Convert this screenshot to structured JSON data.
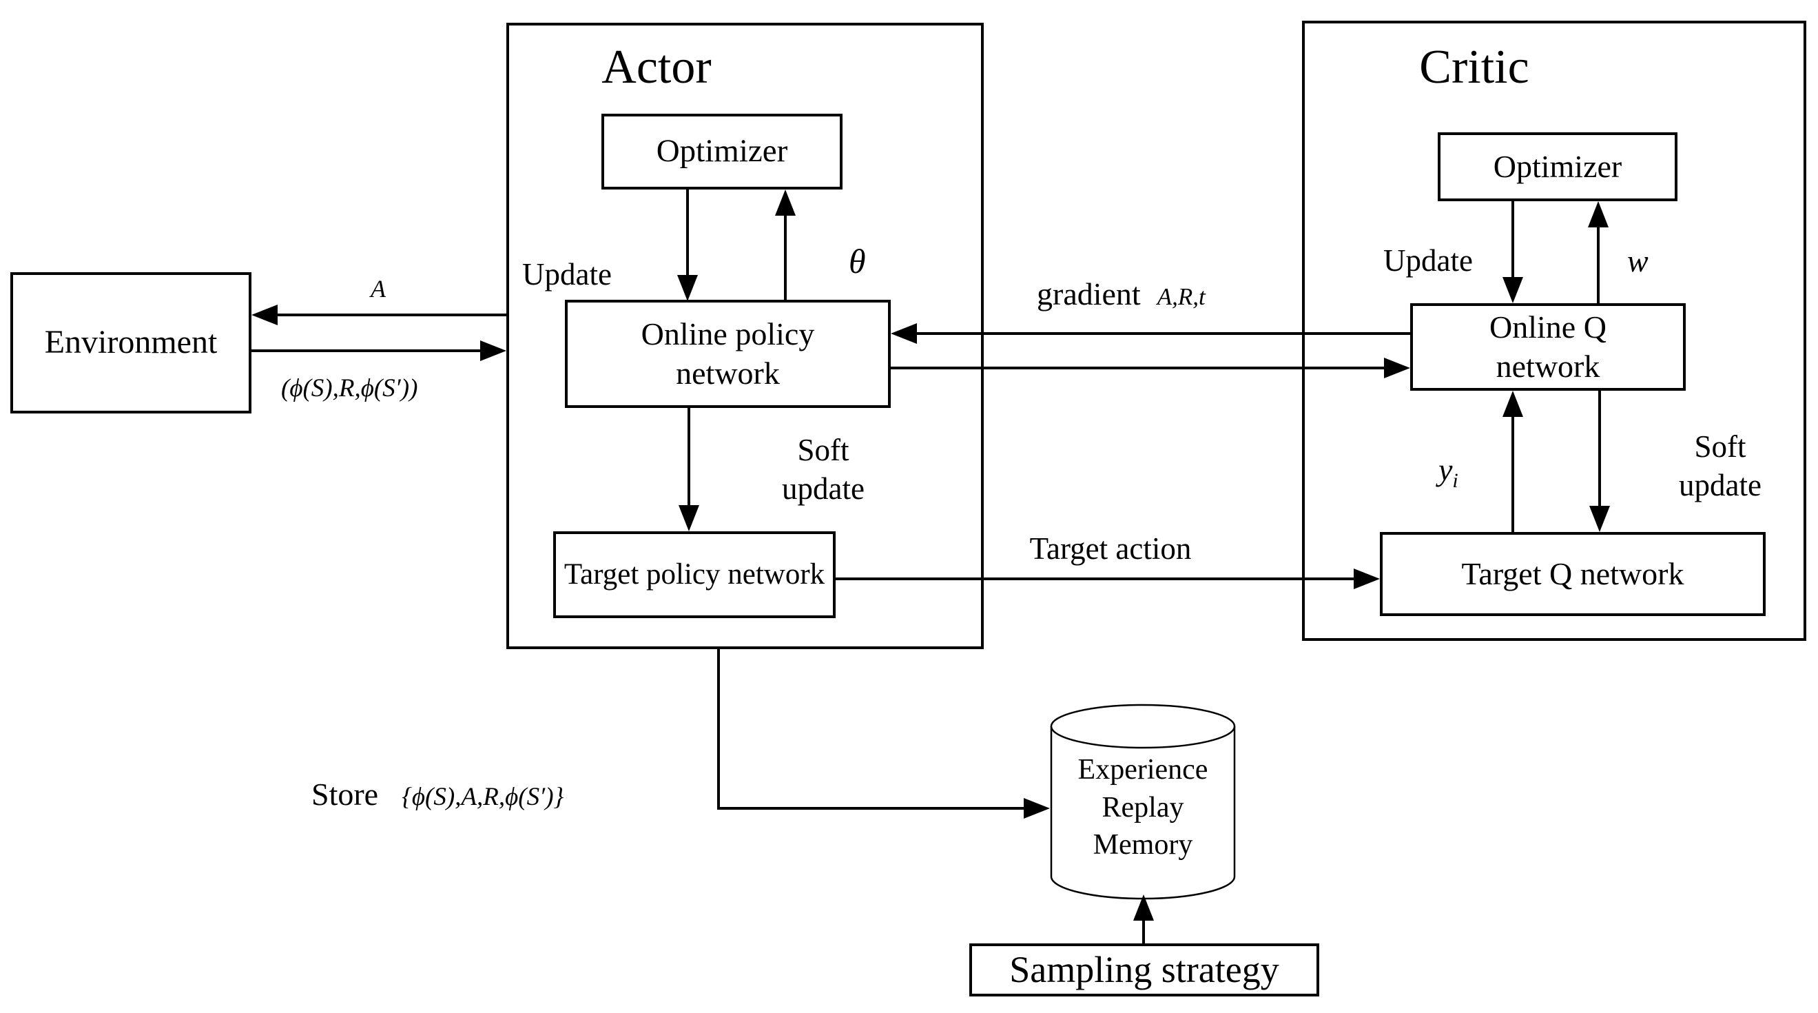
{
  "figure": {
    "environment": {
      "label": "Environment"
    },
    "actor": {
      "title": "Actor",
      "optimizer_label": "Optimizer",
      "online_policy_label": "Online policy network",
      "target_policy_label": "Target policy network",
      "update_label": "Update",
      "theta_label": "θ",
      "soft_update_label": "Soft update"
    },
    "critic": {
      "title": "Critic",
      "optimizer_label": "Optimizer",
      "online_q_label": "Online Q network",
      "target_q_label": "Target Q network",
      "update_label": "Update",
      "w_label": "w",
      "y_label": "y",
      "y_sub": "i",
      "soft_update_label": "Soft update"
    },
    "memory": {
      "line1": "Experience",
      "line2": "Replay",
      "line3": "Memory"
    },
    "sampling": {
      "label": "Sampling strategy"
    },
    "edges": {
      "action_label": "A",
      "env_tuple_label": "(ϕ(S),R,ϕ(S′))",
      "gradient_label": "gradient",
      "gradient_tuple_label": "A,R,t",
      "target_action_label": "Target action",
      "store_label": "Store",
      "store_tuple_label": "{ϕ(S),A,R,ϕ(S′)}"
    },
    "colors": {
      "stroke": "#000000",
      "background": "#ffffff"
    }
  }
}
